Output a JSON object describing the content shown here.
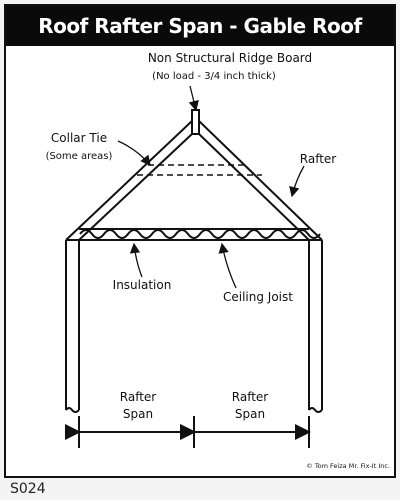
{
  "title": "Roof Rafter Span - Gable Roof",
  "labels": {
    "ridge_board": "Non Structural Ridge Board",
    "ridge_board_note": "(No load - 3/4 inch thick)",
    "collar_tie": "Collar Tie",
    "collar_tie_note": "(Some areas)",
    "rafter": "Rafter",
    "insulation": "Insulation",
    "ceiling_joist": "Ceiling Joist",
    "span_left_line1": "Rafter",
    "span_left_line2": "Span",
    "span_right_line1": "Rafter",
    "span_right_line2": "Span"
  },
  "copyright": "© Tom Feiza Mr. Fix-It Inc.",
  "page_id": "S024",
  "colors": {
    "ink": "#111111",
    "title_bg": "#0a0a0a",
    "title_fg": "#ffffff"
  }
}
